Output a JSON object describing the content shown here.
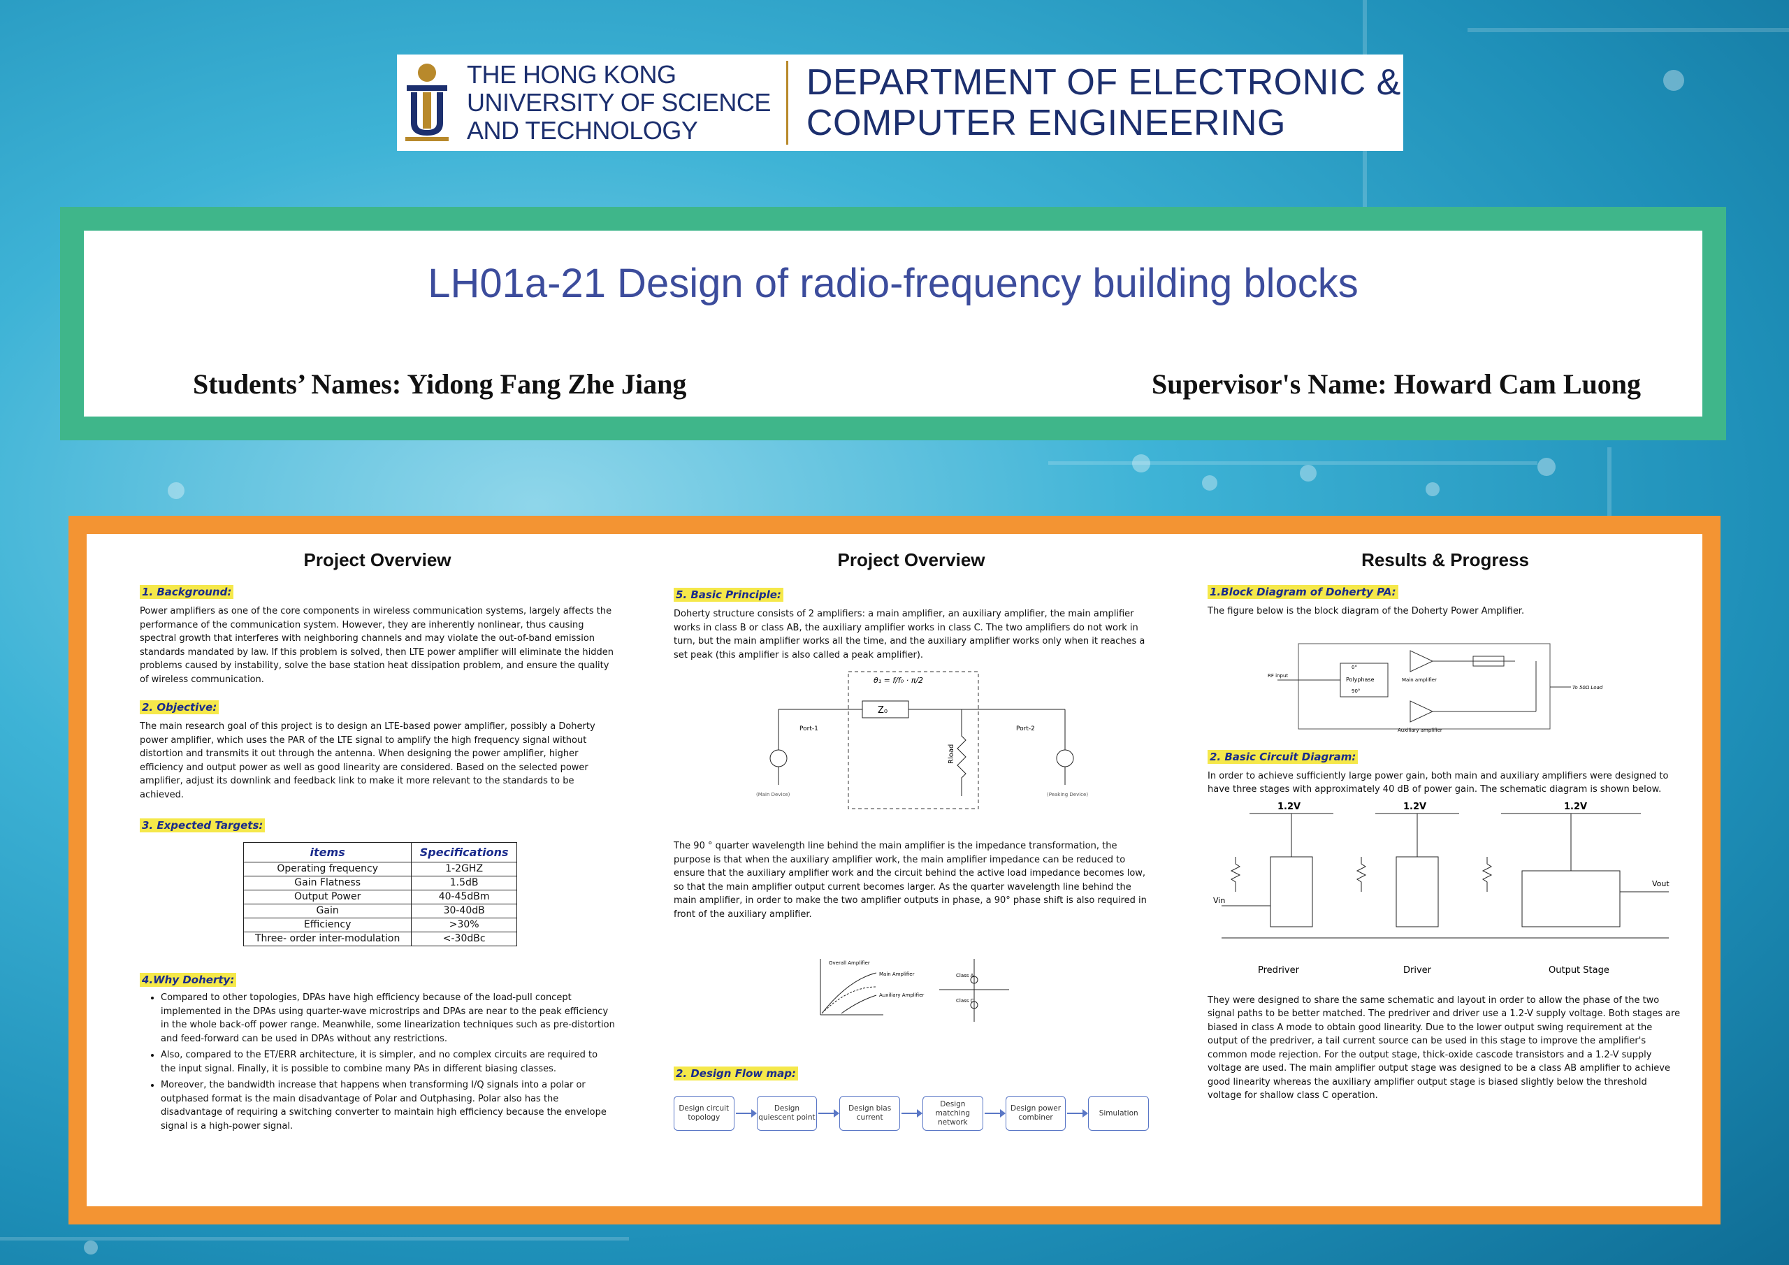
{
  "header": {
    "hkust_name": [
      "THE HONG KONG",
      "UNIVERSITY OF SCIENCE",
      "AND TECHNOLOGY"
    ],
    "department": [
      "DEPARTMENT OF ELECTRONIC &",
      "COMPUTER ENGINEERING"
    ]
  },
  "title_box": {
    "title": "LH01a-21 Design of radio-frequency building blocks",
    "students": "Students’ Names: Yidong Fang  Zhe Jiang",
    "supervisor": "Supervisor's Name: Howard Cam Luong"
  },
  "col1": {
    "heading": "Project Overview",
    "background_h": "1. Background:",
    "background_p": "Power amplifiers as one of the core components in wireless communication systems, largely affects the performance of the communication system. However, they are inherently nonlinear, thus causing spectral growth that interferes with neighboring channels and may violate the out-of-band emission standards mandated by law. If this problem is solved, then LTE power amplifier will eliminate the hidden problems caused by instability, solve the base station heat dissipation problem, and ensure the quality of wireless communication.",
    "objective_h": "2. Objective:",
    "objective_p": "The main research goal of this project is to design an LTE-based power amplifier, possibly a Doherty power amplifier, which uses the PAR of the LTE signal to amplify the high frequency signal without distortion and transmits it out through the antenna. When designing the power amplifier, higher efficiency and output power as well as good linearity are considered. Based on the selected power amplifier, adjust its downlink and feedback link to make it more relevant to the standards to be achieved.",
    "targets_h": "3. Expected Targets:",
    "table_headers": [
      "items",
      "Specifications"
    ],
    "table_rows": [
      [
        "Operating frequency",
        "1-2GHZ"
      ],
      [
        "Gain Flatness",
        "1.5dB"
      ],
      [
        "Output Power",
        "40-45dBm"
      ],
      [
        "Gain",
        "30-40dB"
      ],
      [
        "Efficiency",
        ">30%"
      ],
      [
        "Three- order inter-modulation",
        "<-30dBc"
      ]
    ],
    "why_h": "4.Why Doherty:",
    "why_items": [
      "Compared to other topologies, DPAs have high efficiency because of the load-pull concept implemented in the DPAs using quarter-wave microstrips and DPAs are near to the peak efficiency in the whole back-off power range. Meanwhile, some linearization techniques such as pre-distortion and feed-forward can be used in DPAs without any restrictions.",
      "Also, compared to the ET/ERR architecture, it is simpler, and no complex circuits are required to the input signal. Finally, it is possible to combine many PAs in different biasing classes.",
      "Moreover, the bandwidth increase that happens when transforming I/Q signals into a polar or outphased format is the main disadvantage of Polar and Outphasing. Polar also has the disadvantage of requiring a switching converter to maintain high efficiency because the envelope signal is a high-power signal."
    ]
  },
  "col2": {
    "heading": "Project Overview",
    "principle_h": "5. Basic Principle:",
    "principle_p": "Doherty structure consists of 2 amplifiers: a main amplifier, an auxiliary amplifier, the main amplifier works in class B or class AB, the auxiliary amplifier works in class C. The two amplifiers do not work in turn, but the main amplifier works all the time, and the auxiliary amplifier works only when it reaches a set peak (this amplifier is also called a peak amplifier).",
    "diagram_labels": {
      "port1": "Port-1",
      "port2": "Port-2",
      "z0": "Z₀",
      "rload": "Rload",
      "main": "(Main Device)",
      "peak": "(Peaking Device)"
    },
    "quarter_p": "The 90 ° quarter wavelength line behind the main amplifier is the impedance transformation, the purpose is that when the auxiliary amplifier work, the main amplifier impedance can be reduced to ensure that the auxiliary amplifier work and the circuit behind the active load impedance becomes low, so that the main amplifier output current becomes larger. As the quarter wavelength line behind the main amplifier, in order to make the two amplifier outputs in phase, a 90° phase shift is also required in front of the auxiliary amplifier.",
    "small_fig_labels": {
      "overall": "Overall Amplifier",
      "main": "Main Amplifier",
      "aux": "Auxiliary Amplifier",
      "classA": "Class A",
      "classC": "Class C"
    },
    "flow_h": "2. Design Flow map:",
    "flow_steps": [
      "Design circuit topology",
      "Design quiescent point",
      "Design bias current",
      "Design matching network",
      "Design power combiner",
      "Simulation"
    ]
  },
  "col3": {
    "heading": "Results & Progress",
    "block_h": "1.Block Diagram of Doherty PA:",
    "block_p": "The figure below is the block diagram of the Doherty Power Amplifier.",
    "block_labels": {
      "main": "Main amplifier",
      "aux": "Auxiliary amplifier",
      "poly": "Polyphase",
      "deg0": "0°",
      "deg90": "90°",
      "rf": "RF input",
      "load": "To 50Ω Load"
    },
    "circuit_h": "2. Basic Circuit Diagram:",
    "circuit_p": "In order to achieve sufficiently large power gain, both main and auxiliary amplifiers were designed to have three stages with approximately 40 dB of power gain. The schematic diagram is shown below.",
    "circuit_labels": {
      "v1": "1.2V",
      "v2": "1.2V",
      "v3": "1.2V",
      "predriver": "Predriver",
      "driver": "Driver",
      "output": "Output Stage",
      "vin": "Vin",
      "vout": "Vout"
    },
    "result_p": "They were designed to share the same schematic and layout in order to allow the phase of the two signal paths to be better matched. The predriver and driver use a 1.2-V supply voltage. Both stages are biased in class A mode to obtain good linearity. Due to the lower output swing requirement at the output of the predriver, a tail current source can be used in this stage to improve the amplifier's common mode rejection. For the output stage, thick-oxide cascode transistors and a 1.2-V supply voltage are used. The main amplifier output stage was designed to be a class AB amplifier to achieve good linearity whereas the auxiliary amplifier output stage is biased slightly below the threshold voltage for shallow class C operation."
  }
}
